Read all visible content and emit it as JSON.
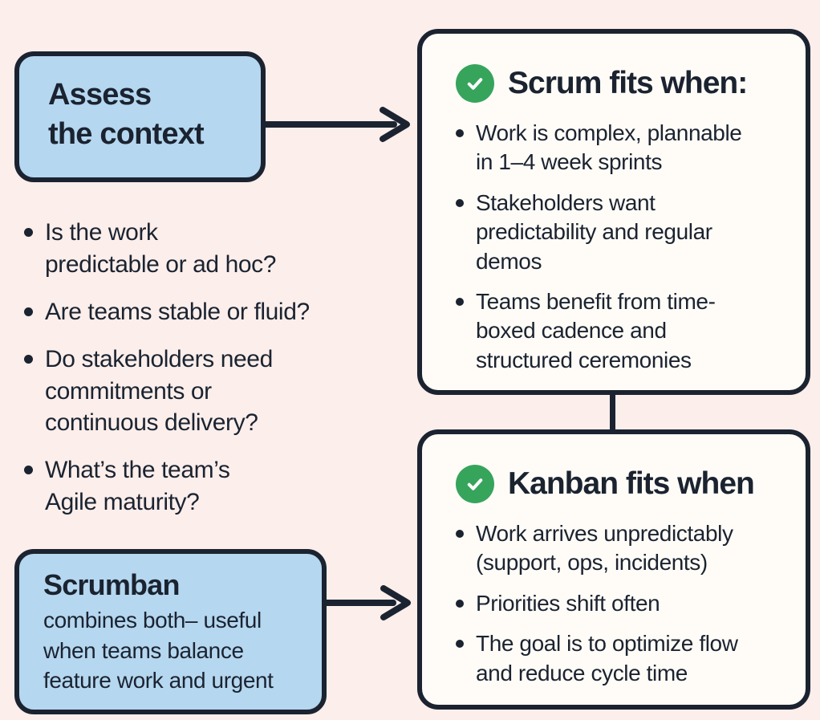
{
  "colors": {
    "background": "#fbeeeb",
    "node_blue": "#b5d7f0",
    "outline_dark": "#1b2330",
    "card_white": "#fffcf7",
    "check_green": "#37a45c"
  },
  "assess_box": {
    "title": "Assess\nthe context"
  },
  "context_questions": [
    "Is the work\npredictable or ad hoc?",
    "Are teams stable or fluid?",
    "Do stakeholders need\ncommitments or\ncontinuous delivery?",
    "What’s the team’s\nAgile maturity?"
  ],
  "scrum_card": {
    "icon": "check-circle",
    "title": "Scrum fits when:",
    "bullets": [
      "Work is complex, plannable\nin 1–4 week sprints",
      "Stakeholders want\npredictability and regular\ndemos",
      "Teams benefit from time-\nboxed cadence and\nstructured ceremonies"
    ]
  },
  "kanban_card": {
    "icon": "check-circle",
    "title": "Kanban fits when",
    "bullets": [
      "Work arrives unpredictably\n(support, ops, incidents)",
      "Priorities shift often",
      "The goal is to optimize flow\nand reduce cycle time"
    ]
  },
  "scrumban_box": {
    "title": "Scrumban",
    "body": "combines both– useful\nwhen teams balance\nfeature work and urgent"
  }
}
